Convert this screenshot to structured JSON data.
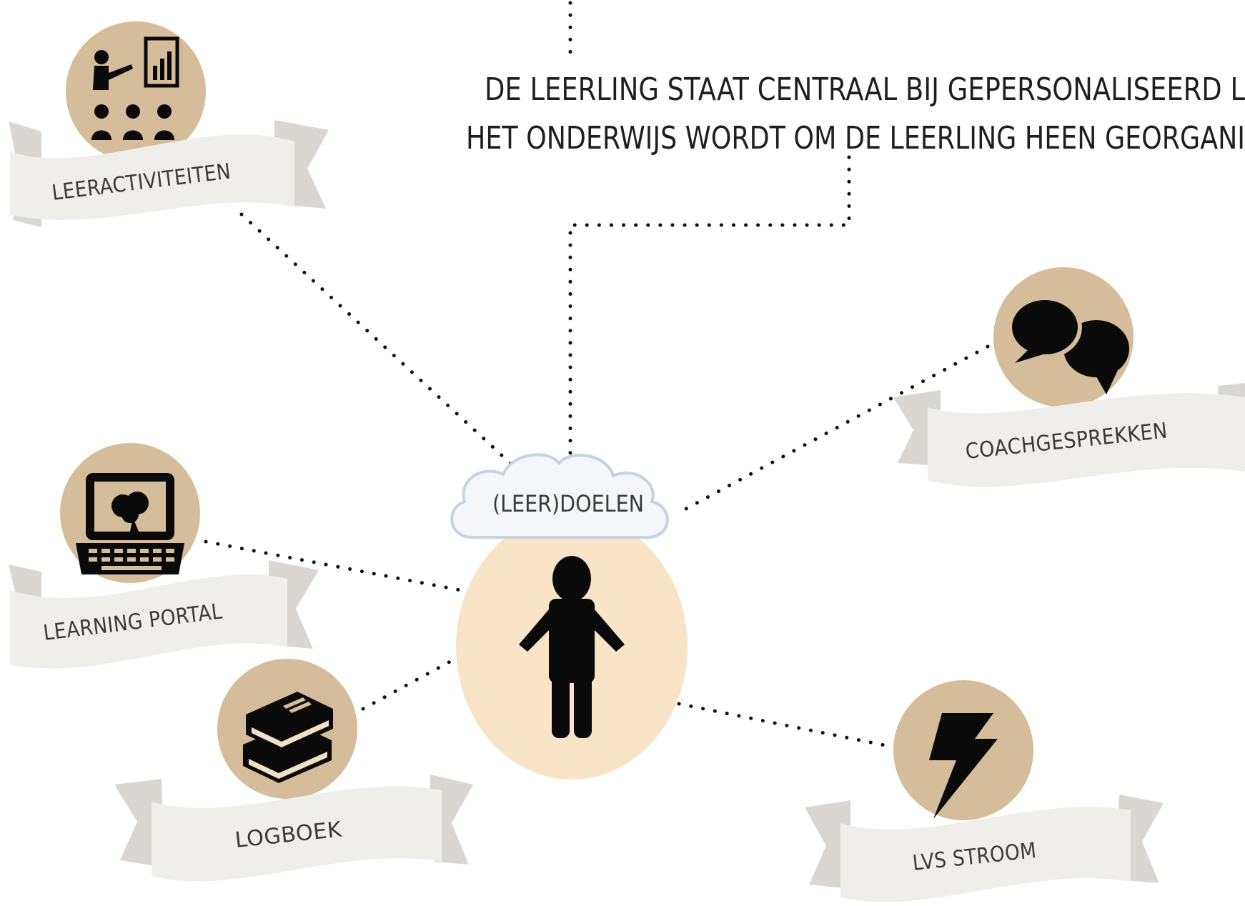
{
  "heading": {
    "line1": "DE LEERLING STAAT CENTRAAL BIJ GEPERSONALISEERD L",
    "line2": "HET ONDERWIJS WORDT OM DE LEERLING HEEN GEORGANI"
  },
  "center": {
    "cloud_label": "(LEER)DOELEN",
    "icon": "person-icon"
  },
  "nodes": [
    {
      "id": "leeractiviteiten",
      "label": "LEERACTIVITEITEN",
      "icon": "teacher-presentation-icon"
    },
    {
      "id": "coachgesprekken",
      "label": "COACHGESPREKKEN",
      "icon": "speech-bubbles-icon"
    },
    {
      "id": "learning-portal",
      "label": "LEARNING PORTAL",
      "icon": "laptop-brain-icon"
    },
    {
      "id": "logboek",
      "label": "LOGBOEK",
      "icon": "books-icon"
    },
    {
      "id": "lvs-stroom",
      "label": "LVS STROOM",
      "icon": "lightning-icon"
    }
  ],
  "colors": {
    "medallion": "#d5bc9a",
    "center_circle": "#f9e4c8",
    "ribbon": "#f0eeeb",
    "ribbon_tail": "#dad7d3",
    "cloud": "#f4f6fa",
    "icon": "#0a0a0a"
  }
}
